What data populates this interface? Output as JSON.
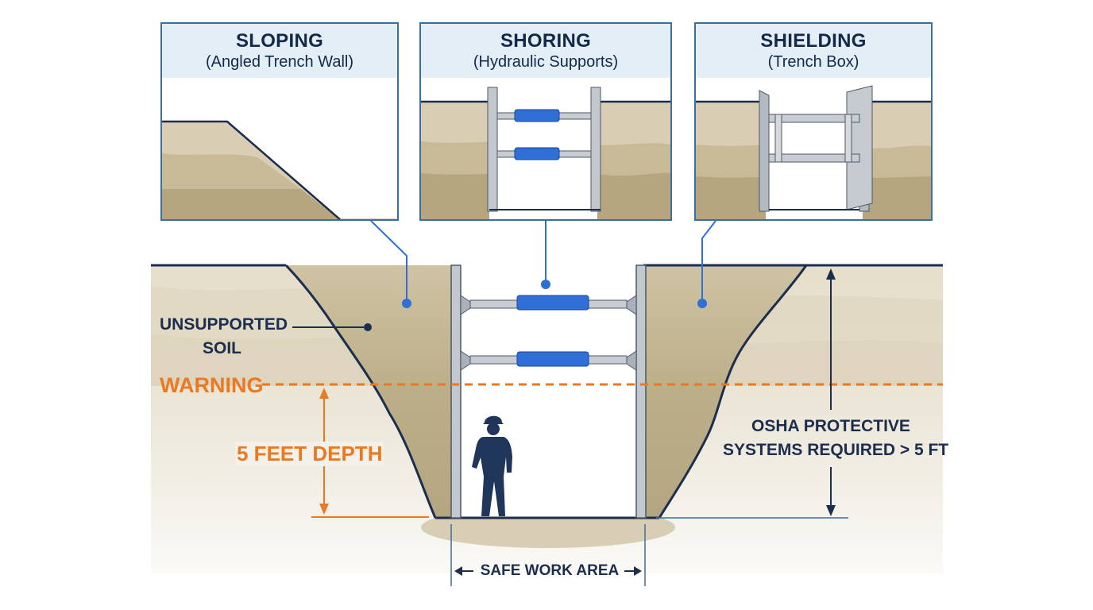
{
  "panels": [
    {
      "title": "SLOPING",
      "subtitle": "(Angled Trench Wall)"
    },
    {
      "title": "SHORING",
      "subtitle": "(Hydraulic Supports)"
    },
    {
      "title": "SHIELDING",
      "subtitle": "(Trench Box)"
    }
  ],
  "labels": {
    "unsupported_soil_line1": "UNSUPPORTED",
    "unsupported_soil_line2": "SOIL",
    "warning": "WARNING",
    "depth": "5 FEET DEPTH",
    "osha_line1": "OSHA PROTECTIVE",
    "osha_line2": "SYSTEMS REQUIRED > 5 FT",
    "safe_work_area": "SAFE WORK AREA"
  },
  "colors": {
    "navy": "#1c2e4e",
    "accent_blue": "#2f6fd6",
    "warning_orange": "#e87a23",
    "soil_light": "#e2d9c4",
    "soil_dark": "#b5a682",
    "steel": "#b9bfc7"
  }
}
